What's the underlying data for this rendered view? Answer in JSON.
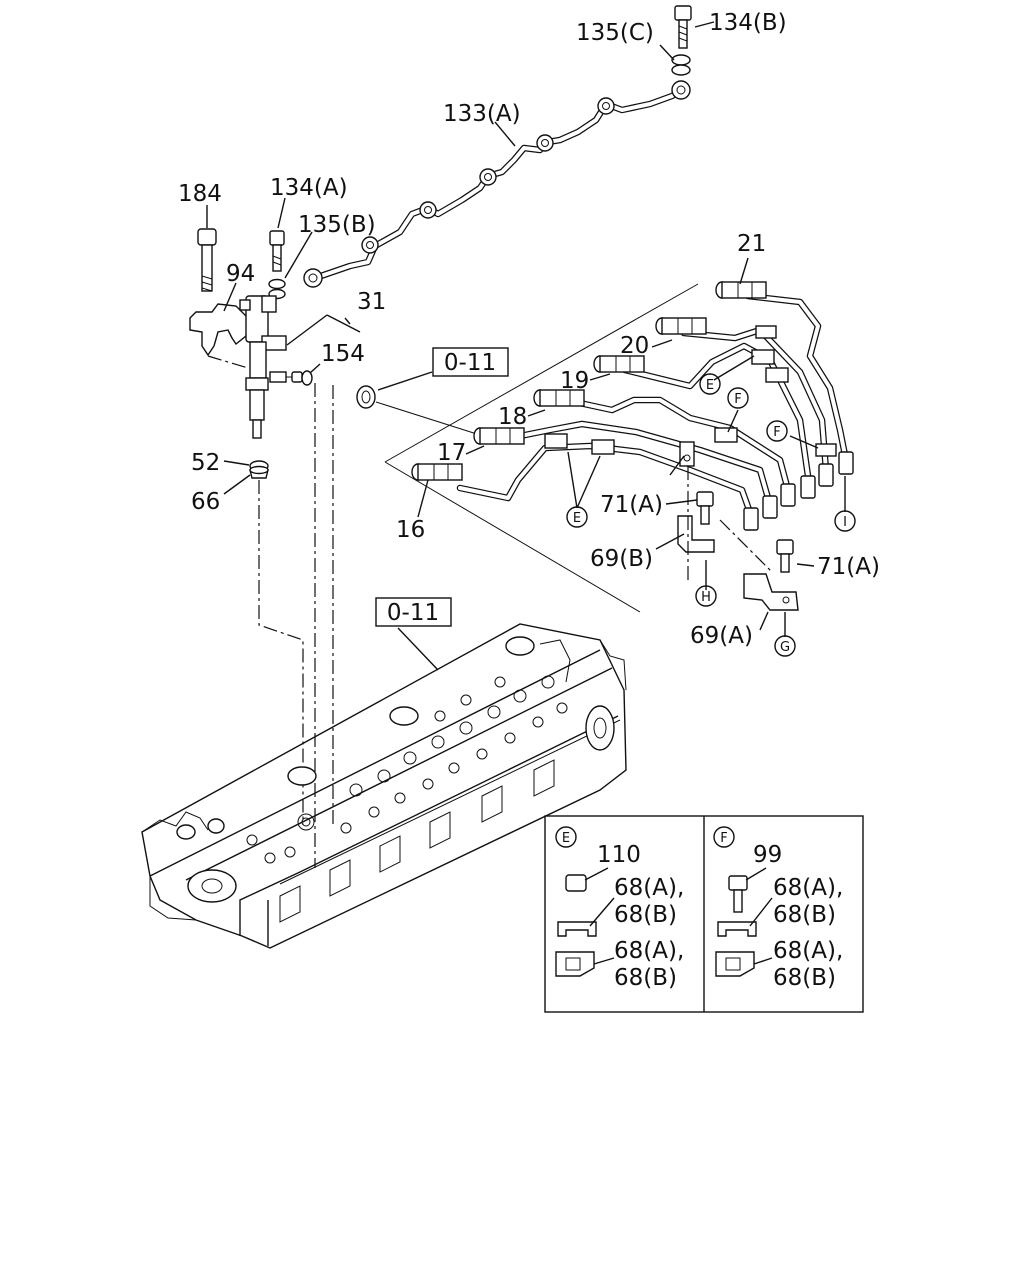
{
  "callouts": {
    "p135c": "135(C)",
    "p134b": "134(B)",
    "p133a": "133(A)",
    "p184": "184",
    "p134a": "134(A)",
    "p135b": "135(B)",
    "p94": "94",
    "p31": "31",
    "p154": "154",
    "p52": "52",
    "p66": "66",
    "p21": "21",
    "p20": "20",
    "p19": "19",
    "p18": "18",
    "p17": "17",
    "p16": "16",
    "p71a_1": "71(A)",
    "p69b": "69(B)",
    "p71a_2": "71(A)",
    "p69a": "69(A)"
  },
  "refs": {
    "ref1": "0-11",
    "ref2": "0-11"
  },
  "markers": {
    "e1": "E",
    "e2": "E",
    "f1": "F",
    "f2": "F",
    "i1": "I",
    "h1": "H",
    "g1": "G"
  },
  "detail_box": {
    "left": {
      "marker": "E",
      "part": "110",
      "label1a": "68(A),",
      "label1b": "68(B)",
      "label2a": "68(A),",
      "label2b": "68(B)"
    },
    "right": {
      "marker": "F",
      "part": "99",
      "label1a": "68(A),",
      "label1b": "68(B)",
      "label2a": "68(A),",
      "label2b": "68(B)"
    }
  }
}
